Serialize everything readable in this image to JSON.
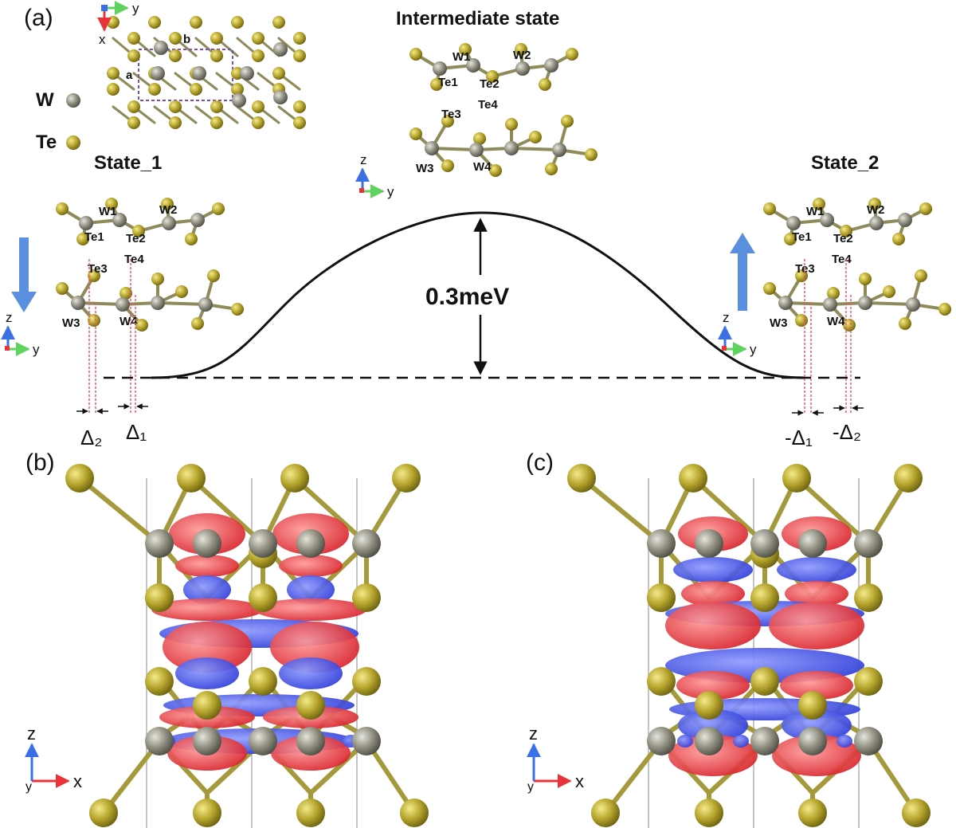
{
  "panels": {
    "a": "(a)",
    "b": "(b)",
    "c": "(c)"
  },
  "legend": {
    "w": "W",
    "te": "Te"
  },
  "top_view": {
    "a": "a",
    "b": "b",
    "x": "x",
    "y": "y"
  },
  "states": {
    "state1": "State_1",
    "intermediate": "Intermediate state",
    "state2": "State_2"
  },
  "atom_labels": {
    "w1": "W1",
    "w2": "W2",
    "w3": "W3",
    "w4": "W4",
    "te1": "Te1",
    "te2": "Te2",
    "te3": "Te3",
    "te4": "Te4"
  },
  "barrier": "0.3meV",
  "deltas": {
    "d2": "Δ₂",
    "d1": "Δ₁",
    "nd1": "-Δ₁",
    "nd2": "-Δ₂"
  },
  "axes": {
    "z": "z",
    "y": "y",
    "x": "x"
  },
  "colors": {
    "w_atom": "#8f8e80",
    "te_atom": "#b5a42c",
    "charge_gain": "#e8333b",
    "charge_loss": "#3f4fe6",
    "arrow": "#5b8fe0"
  }
}
